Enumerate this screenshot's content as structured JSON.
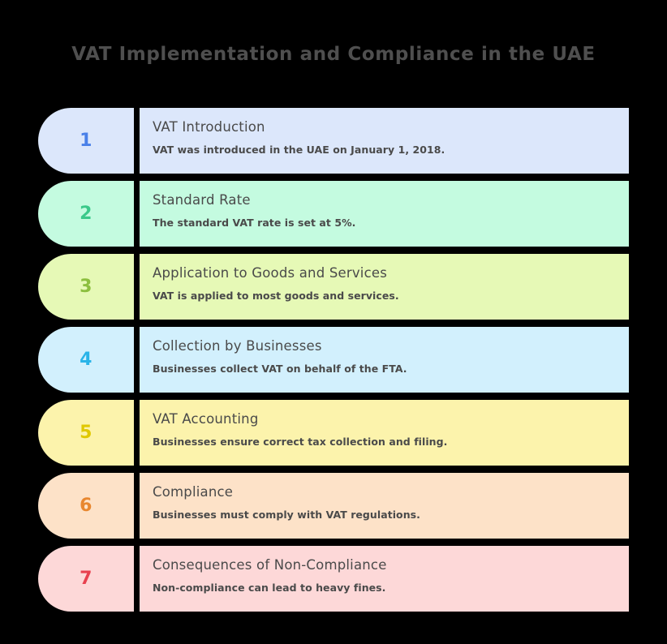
{
  "header": {
    "title": "VAT Implementation and Compliance in the UAE",
    "title_color": "#4f4f4f"
  },
  "canvas": {
    "background_color": "#000000"
  },
  "steps": [
    {
      "number": "1",
      "heading": "VAT Introduction",
      "description": "VAT was introduced in the UAE on January 1, 2018.",
      "background_color": "#dce7fb",
      "number_color": "#4a80e8"
    },
    {
      "number": "2",
      "heading": "Standard Rate",
      "description": "The standard VAT rate is set at 5%.",
      "background_color": "#c4fbe0",
      "number_color": "#3ac98a"
    },
    {
      "number": "3",
      "heading": "Application to Goods and Services",
      "description": "VAT is applied to most goods and services.",
      "background_color": "#e6f9b6",
      "number_color": "#8cbf3f"
    },
    {
      "number": "4",
      "heading": "Collection by Businesses",
      "description": "Businesses collect VAT on behalf of the FTA.",
      "background_color": "#d2f0fd",
      "number_color": "#2ab4e8"
    },
    {
      "number": "5",
      "heading": "VAT Accounting",
      "description": "Businesses ensure correct tax collection and filing.",
      "background_color": "#fcf3ac",
      "number_color": "#e0c800"
    },
    {
      "number": "6",
      "heading": "Compliance",
      "description": "Businesses must comply with VAT regulations.",
      "background_color": "#fde2c8",
      "number_color": "#e8872f"
    },
    {
      "number": "7",
      "heading": "Consequences of Non-Compliance",
      "description": "Non-compliance can lead to heavy fines.",
      "background_color": "#fdd8d8",
      "number_color": "#e8414f"
    }
  ]
}
